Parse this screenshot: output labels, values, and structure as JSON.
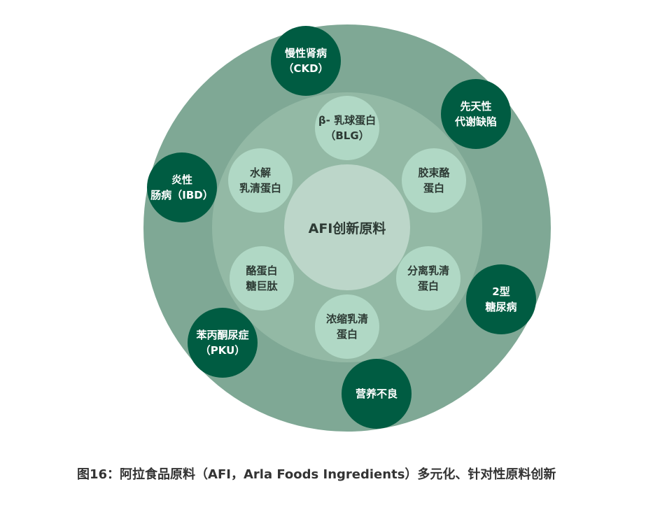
{
  "center": "AFI创新原料",
  "ingredients": [
    "β- 乳球蛋白\n（BLG）",
    "胶束酪\n蛋白",
    "分离乳清\n蛋白",
    "浓缩乳清\n蛋白",
    "酪蛋白\n糖巨肽",
    "水解\n乳清蛋白"
  ],
  "conditions": [
    "慢性肾病\n（CKD）",
    "先天性\n代谢缺陷",
    "2型\n糖尿病",
    "营养不良",
    "苯丙酮尿症\n（PKU）",
    "炎性\n肠病（IBD）"
  ],
  "colors": {
    "outer": "#7fa895",
    "middle": "#93b9a5",
    "light": "#b0d8c5",
    "dark": "#005c42"
  },
  "caption": "图16：阿拉食品原料（AFI，Arla Foods Ingredients）多元化、针对性原料创新"
}
